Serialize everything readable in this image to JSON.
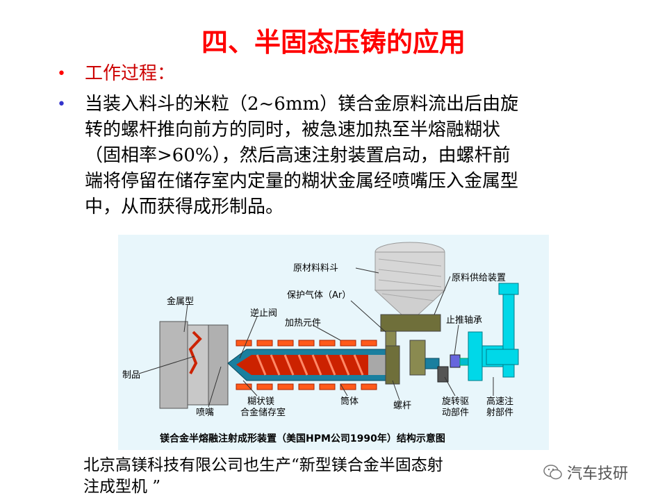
{
  "title": "四、半固态压铸的应用",
  "bullet1": {
    "text": "工作过程："
  },
  "bullet2": {
    "lines": [
      "  当装入料斗的米粒（2~6mm）镁合金原料流出后由旋",
      "转的螺杆推向前方的同时，被急速加热至半熔融糊状",
      "（固相率>60%），然后高速注射装置启动，由螺杆前",
      "端将停留在储存室内定量的糊状金属经喷嘴压入金属型",
      "中，从而获得成形制品。"
    ]
  },
  "diagram": {
    "labels": {
      "hopper": "原材料料斗",
      "feeder": "原料供给装置",
      "gas": "保护气体（Ar）",
      "mold": "金属型",
      "check_valve": "逆止阀",
      "heater": "加热元件",
      "thrust": "止推轴承",
      "product": "制品",
      "nozzle": "喷嘴",
      "storage_l1": "糊状镁",
      "storage_l2": "合金储存室",
      "barrel": "筒体",
      "screw": "螺杆",
      "drive_l1": "旋转驱",
      "drive_l2": "动部件",
      "inject_l1": "高速注",
      "inject_l2": "射部件"
    },
    "caption": "镁合金半熔融注射成形装置（美国HPM公司1990年）结构示意图",
    "colors": {
      "background": "#e8f6fb",
      "mold": "#b8b8b8",
      "barrel": "#1a7f9f",
      "screw": "#cc2200",
      "feeder": "#6f6f3a",
      "injector": "#00d8e8",
      "heater": "#ff4400"
    }
  },
  "footer": {
    "lines": [
      "北京高镁科技有限公司也生产“新型镁合金半固态射",
      "注成型机 ”"
    ]
  },
  "watermark": {
    "icon": "wechat-icon",
    "text": "汽车技研"
  }
}
